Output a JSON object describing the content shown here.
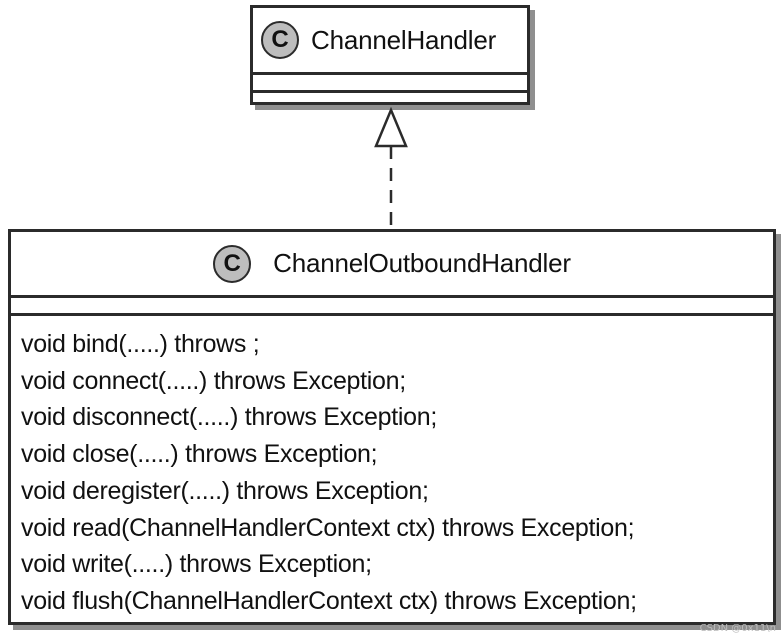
{
  "parent": {
    "stereotype": "C",
    "name": "ChannelHandler"
  },
  "child": {
    "stereotype": "C",
    "name": "ChannelOutboundHandler",
    "methods": [
      "void bind(.....) throws ;",
      "void connect(.....) throws Exception;",
      "void disconnect(.....) throws Exception;",
      "void close(.....) throws Exception;",
      "void deregister(.....) throws Exception;",
      "void read(ChannelHandlerContext ctx) throws Exception;",
      "void write(.....) throws Exception;",
      "void flush(ChannelHandlerContext ctx) throws Exception;"
    ]
  },
  "relation": {
    "type": "realization",
    "from": "ChannelOutboundHandler",
    "to": "ChannelHandler"
  },
  "watermark": "CSDN @0x11\\n"
}
